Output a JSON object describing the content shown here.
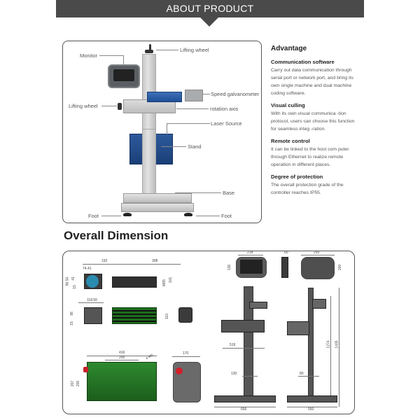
{
  "banner": {
    "title": "ABOUT PRODUCT"
  },
  "product_diagram": {
    "callouts": {
      "monitor": "Monitor",
      "lifting_wheel_top": "Lifting wheel",
      "speed_galvanometer": "Speed galvanometer",
      "lifting_wheel_left": "Lifting wheel",
      "rotation_axis": "rotation axis",
      "laser_source": "Laser  Source",
      "stand": "Stand",
      "base": "Base",
      "foot_left": "Foot",
      "foot_right": "Foot"
    }
  },
  "advantage": {
    "title": "Advantage",
    "items": [
      {
        "title": "Communication software",
        "body": "Carry out data communication through serial port or network port, and bring its own single machine and dual machine coding software."
      },
      {
        "title": "Visual culling",
        "body": "With its own visual communica -tion protocol, users can choose this function for seamless integ -ration."
      },
      {
        "title": "Remote control",
        "body": "It can be linked to the host com puter through Ethernet to realize remote operation in different places."
      },
      {
        "title": "Degree of protection",
        "body": "The overall protection grade of the controller reaches IP55."
      }
    ]
  },
  "dimension": {
    "title": "Overall Dimension",
    "galvo_top": {
      "w1": "192",
      "w2": "308",
      "w3": "74.41",
      "h1": "96.50",
      "h2": "41",
      "h3": "15",
      "h4": "101",
      "h5": "M85"
    },
    "galvo_side": {
      "w1": "118.50",
      "h1": "96",
      "h2": "15",
      "h3": "110"
    },
    "laser_front": {
      "w1": "416",
      "w2": "200",
      "w3": "4-M5",
      "h1": "207",
      "h2": "200"
    },
    "laser_side": {
      "w1": "170"
    },
    "monitor": {
      "w1": "218",
      "h1": "136",
      "w2": "60",
      "w3": "293",
      "h2": "200"
    },
    "stand_front": {
      "w1": "519",
      "w2": "130",
      "w3": "656"
    },
    "stand_side": {
      "h1": "1274",
      "h2": "1435",
      "w1": "80",
      "w2": "550"
    }
  }
}
